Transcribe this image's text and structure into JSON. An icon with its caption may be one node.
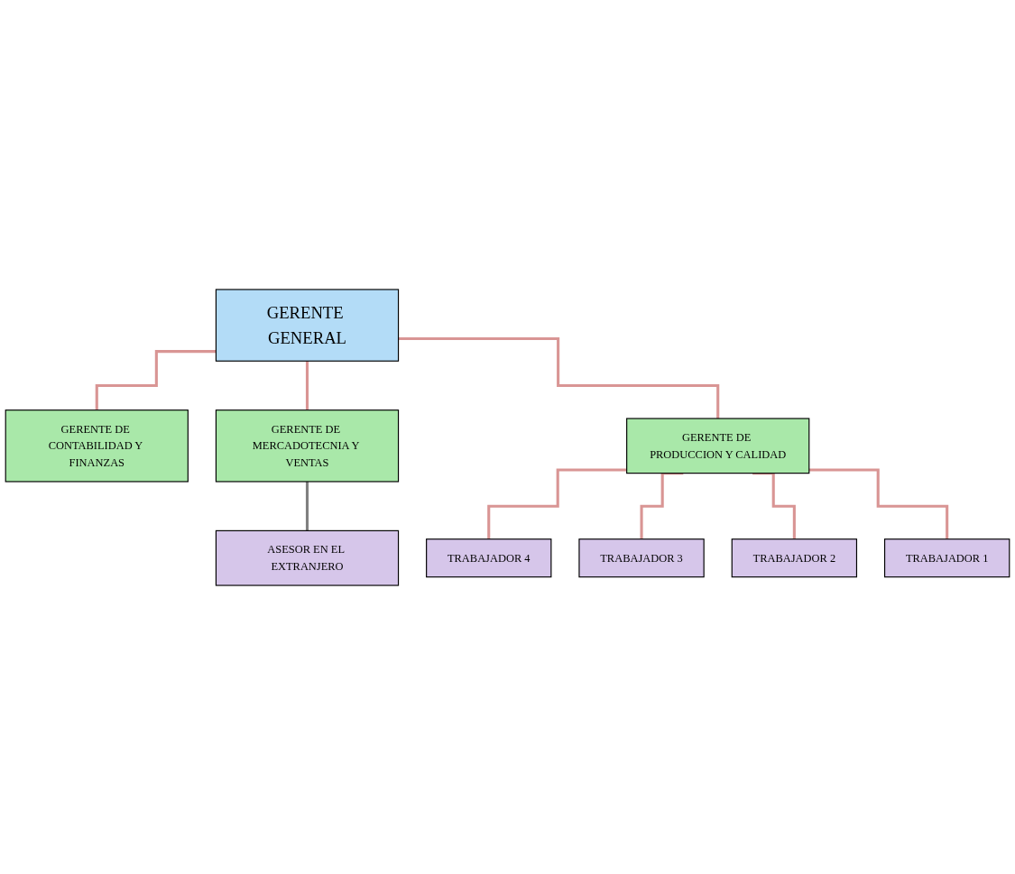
{
  "diagram": {
    "nodes": [
      {
        "text": [
          "GERENTE GENERAL"
        ]
      },
      {
        "text": [
          "GERENTE DE CONTABILIDAD Y FINANZAS"
        ]
      },
      {
        "text": [
          "GERENTE DE MERCADOTECNIA Y VENTAS"
        ]
      },
      {
        "text": [
          "GERENTE DE PRODUCCION Y CALIDAD"
        ]
      },
      {
        "text": [
          "ASESOR EN EL EXTRANJERO"
        ]
      },
      {
        "text": [
          "TRABAJADOR 4"
        ]
      },
      {
        "text": [
          "TRABAJADOR 3"
        ]
      },
      {
        "text": [
          "TRABAJADOR 2"
        ]
      },
      {
        "text": [
          "TRABAJADOR 1"
        ]
      }
    ],
    "edges": [
      {
        "from": 0,
        "to": 1,
        "arrow": "none"
      },
      {
        "from": 0,
        "to": 2,
        "arrow": "none"
      },
      {
        "from": 0,
        "to": 3,
        "arrow": "none"
      },
      {
        "from": 2,
        "to": 4,
        "arrow": "none",
        "color": "#808080"
      },
      {
        "from": 3,
        "to": 5,
        "arrow": "none"
      },
      {
        "from": 3,
        "to": 6,
        "arrow": "none"
      },
      {
        "from": 3,
        "to": 7,
        "arrow": "none"
      },
      {
        "from": 3,
        "to": 8,
        "arrow": "none"
      }
    ]
  }
}
